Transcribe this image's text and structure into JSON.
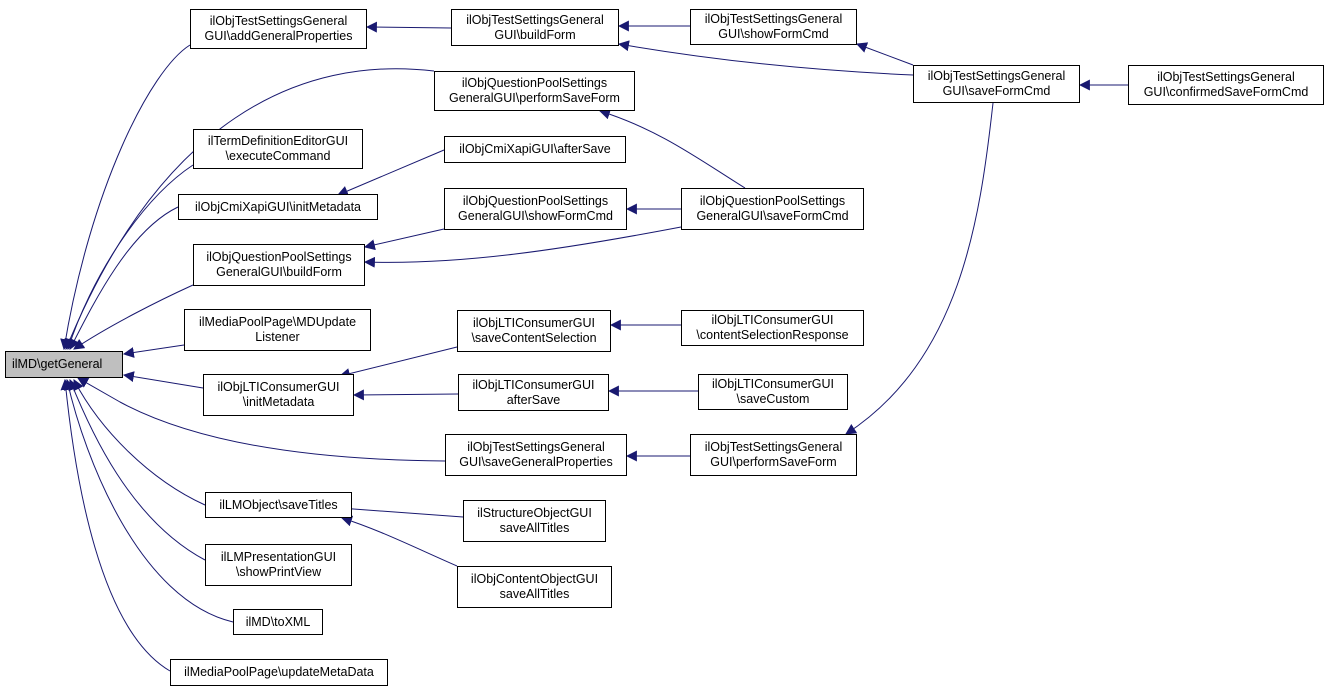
{
  "colors": {
    "edge": "#191970",
    "node_border": "#000000",
    "root_fill": "#bfbfbf",
    "node_fill": "#ffffff"
  },
  "nodes": {
    "n0": {
      "lines": [
        "ilMD\\getGeneral"
      ]
    },
    "n1": {
      "lines": [
        "ilObjTestSettingsGeneral",
        "GUI\\addGeneralProperties"
      ]
    },
    "n2": {
      "lines": [
        "ilObjQuestionPoolSettings",
        "GeneralGUI\\performSaveForm"
      ]
    },
    "n3": {
      "lines": [
        "ilTermDefinitionEditorGUI",
        "\\executeCommand"
      ]
    },
    "n4": {
      "lines": [
        "ilObjCmiXapiGUI\\initMetadata"
      ]
    },
    "n5": {
      "lines": [
        "ilObjQuestionPoolSettings",
        "GeneralGUI\\buildForm"
      ]
    },
    "n6": {
      "lines": [
        "ilMediaPoolPage\\MDUpdate",
        "Listener"
      ]
    },
    "n7": {
      "lines": [
        "ilObjLTIConsumerGUI",
        "\\initMetadata"
      ]
    },
    "n8": {
      "lines": [
        "ilObjTestSettingsGeneral",
        "GUI\\saveGeneralProperties"
      ]
    },
    "n9": {
      "lines": [
        "ilLMObject\\saveTitles"
      ]
    },
    "n10": {
      "lines": [
        "ilLMPresentationGUI",
        "\\showPrintView"
      ]
    },
    "n11": {
      "lines": [
        "ilMD\\toXML"
      ]
    },
    "n12": {
      "lines": [
        "ilMediaPoolPage\\updateMetaData"
      ]
    },
    "n13": {
      "lines": [
        "ilObjTestSettingsGeneral",
        "GUI\\buildForm"
      ]
    },
    "n14": {
      "lines": [
        "ilObjCmiXapiGUI\\afterSave"
      ]
    },
    "n15": {
      "lines": [
        "ilObjQuestionPoolSettings",
        "GeneralGUI\\showFormCmd"
      ]
    },
    "n16": {
      "lines": [
        "ilObjLTIConsumerGUI",
        "\\saveContentSelection"
      ]
    },
    "n17": {
      "lines": [
        "ilObjLTIConsumerGUI",
        "afterSave"
      ]
    },
    "n18": {
      "lines": [
        "ilStructureObjectGUI",
        "saveAllTitles"
      ]
    },
    "n19": {
      "lines": [
        "ilObjContentObjectGUI",
        "saveAllTitles"
      ]
    },
    "n20": {
      "lines": [
        "ilObjTestSettingsGeneral",
        "GUI\\showFormCmd"
      ]
    },
    "n21": {
      "lines": [
        "ilObjQuestionPoolSettings",
        "GeneralGUI\\saveFormCmd"
      ]
    },
    "n22": {
      "lines": [
        "ilObjLTIConsumerGUI",
        "\\contentSelectionResponse"
      ]
    },
    "n23": {
      "lines": [
        "ilObjLTIConsumerGUI",
        "\\saveCustom"
      ]
    },
    "n24": {
      "lines": [
        "ilObjTestSettingsGeneral",
        "GUI\\performSaveForm"
      ]
    },
    "n25": {
      "lines": [
        "ilObjTestSettingsGeneral",
        "GUI\\saveFormCmd"
      ]
    },
    "n26": {
      "lines": [
        "ilObjTestSettingsGeneral",
        "GUI\\confirmedSaveFormCmd"
      ]
    }
  },
  "edges": [
    {
      "from": "n1",
      "to": "n0"
    },
    {
      "from": "n2",
      "to": "n0"
    },
    {
      "from": "n3",
      "to": "n0"
    },
    {
      "from": "n4",
      "to": "n0"
    },
    {
      "from": "n5",
      "to": "n0"
    },
    {
      "from": "n6",
      "to": "n0"
    },
    {
      "from": "n7",
      "to": "n0"
    },
    {
      "from": "n8",
      "to": "n0"
    },
    {
      "from": "n9",
      "to": "n0"
    },
    {
      "from": "n10",
      "to": "n0"
    },
    {
      "from": "n11",
      "to": "n0"
    },
    {
      "from": "n12",
      "to": "n0"
    },
    {
      "from": "n13",
      "to": "n1"
    },
    {
      "from": "n14",
      "to": "n4"
    },
    {
      "from": "n15",
      "to": "n5"
    },
    {
      "from": "n21",
      "to": "n5"
    },
    {
      "from": "n16",
      "to": "n7"
    },
    {
      "from": "n17",
      "to": "n7"
    },
    {
      "from": "n24",
      "to": "n8"
    },
    {
      "from": "n18",
      "to": "n9"
    },
    {
      "from": "n19",
      "to": "n9"
    },
    {
      "from": "n20",
      "to": "n13"
    },
    {
      "from": "n25",
      "to": "n13"
    },
    {
      "from": "n21",
      "to": "n2"
    },
    {
      "from": "n21",
      "to": "n15"
    },
    {
      "from": "n22",
      "to": "n16"
    },
    {
      "from": "n23",
      "to": "n17"
    },
    {
      "from": "n25",
      "to": "n24"
    },
    {
      "from": "n25",
      "to": "n20"
    },
    {
      "from": "n26",
      "to": "n25"
    }
  ]
}
